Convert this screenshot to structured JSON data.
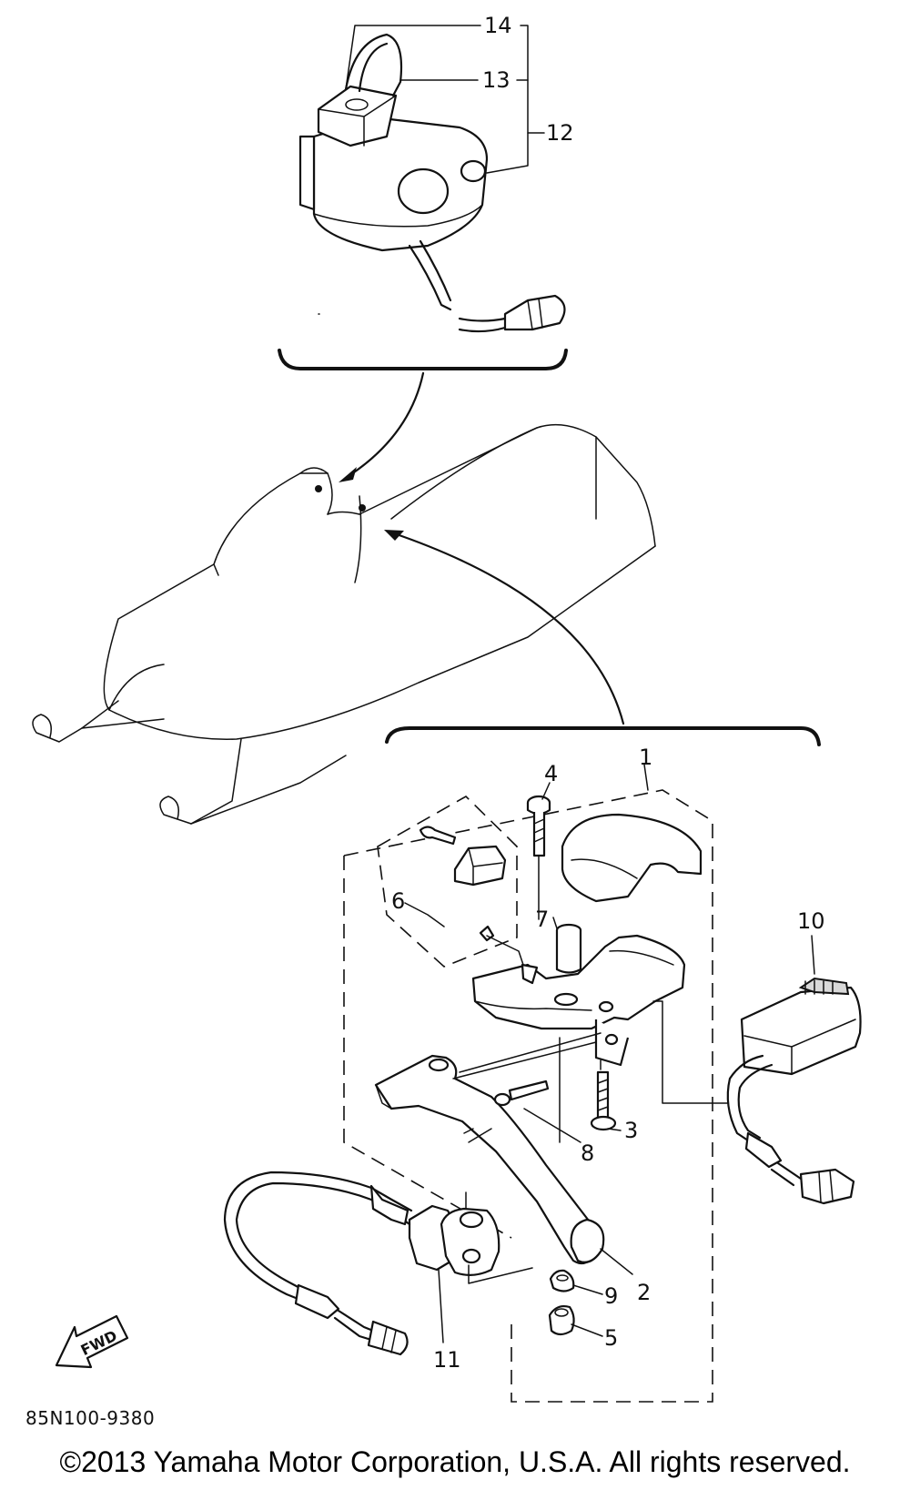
{
  "diagram": {
    "callouts": [
      {
        "id": "c1",
        "label": "1"
      },
      {
        "id": "c2",
        "label": "2"
      },
      {
        "id": "c3",
        "label": "3"
      },
      {
        "id": "c4",
        "label": "4"
      },
      {
        "id": "c5",
        "label": "5"
      },
      {
        "id": "c6",
        "label": "6"
      },
      {
        "id": "c7",
        "label": "7"
      },
      {
        "id": "c8",
        "label": "8"
      },
      {
        "id": "c9",
        "label": "9"
      },
      {
        "id": "c10",
        "label": "10"
      },
      {
        "id": "c11",
        "label": "11"
      },
      {
        "id": "c12",
        "label": "12"
      },
      {
        "id": "c13",
        "label": "13"
      },
      {
        "id": "c14",
        "label": "14"
      }
    ],
    "fwd_badge": "FWD",
    "reference_code": "85N100-9380"
  },
  "footer": {
    "copyright": "©2013 Yamaha Motor Corporation, U.S.A. All rights reserved."
  }
}
